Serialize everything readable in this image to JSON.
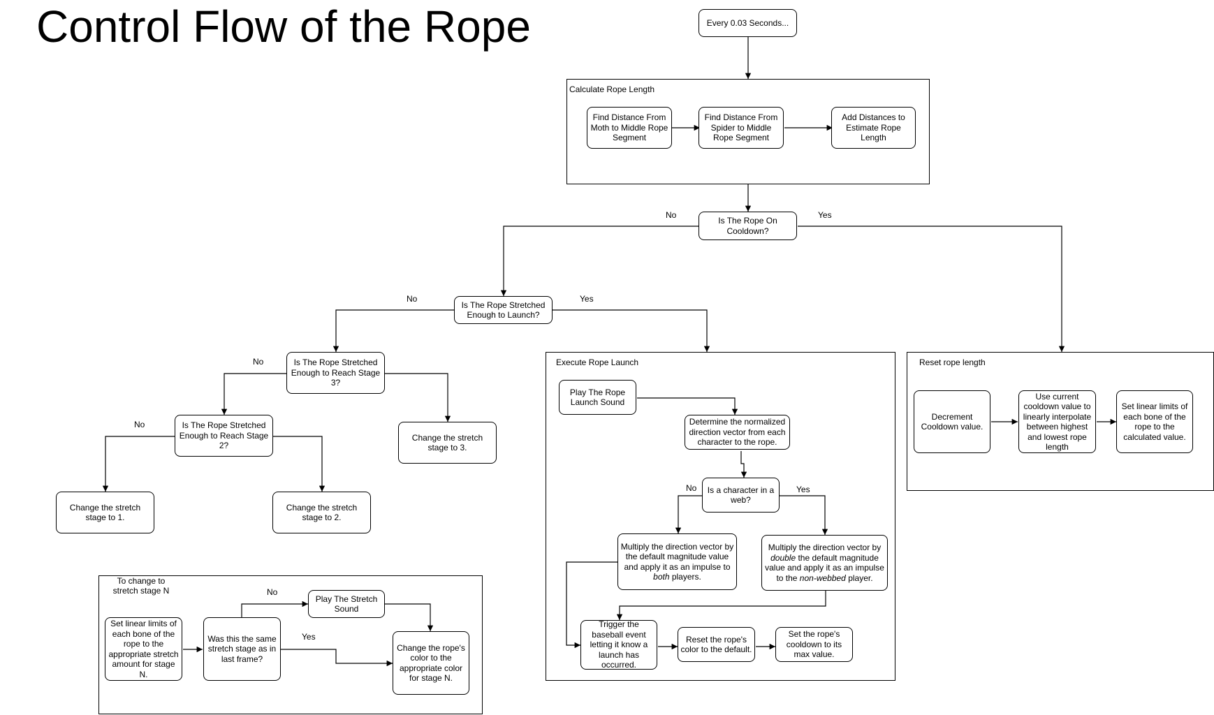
{
  "title": "Control Flow of the Rope",
  "groups": {
    "calc": "Calculate Rope Length",
    "launch": "Execute Rope Launch",
    "reset": "Reset rope length",
    "stage": "To change to stretch stage N"
  },
  "nodes": {
    "every": "Every 0.03 Seconds...",
    "moth": "Find Distance From Moth to Middle Rope Segment",
    "spider": "Find Distance From Spider to Middle Rope Segment",
    "add": "Add Distances to Estimate Rope Length",
    "cooldown": "Is The Rope On Cooldown?",
    "stretched": "Is The Rope Stretched Enough to Launch?",
    "stage3q": "Is The Rope Stretched Enough to Reach Stage 3?",
    "stage2q": "Is The Rope Stretched Enough to Reach Stage 2?",
    "set1": "Change the stretch stage to 1.",
    "set2": "Change the stretch stage to 2.",
    "set3": "Change the stretch stage to 3.",
    "playLaunch": "Play The Rope Launch Sound",
    "direction": "Determine the normalized direction vector from each character to the rope.",
    "inWeb": "Is a character in a web?",
    "multDefault": {
      "a": "Multiply the direction vector by the default magnitude value and apply it as an impulse to ",
      "em": "both",
      "b": " players."
    },
    "multDouble": {
      "a": "Multiply the direction vector by ",
      "em": "double",
      "b": " the default magnitude value and apply it as an impulse to the ",
      "em2": "non-webbed",
      "c": " player."
    },
    "trigger": "Trigger the baseball event letting it know a launch has occurred.",
    "resetColor": "Reset the rope's color to the default.",
    "cooldownMax": "Set the rope's cooldown to its max value.",
    "decrement": "Decrement Cooldown value.",
    "interp": "Use current cooldown value to linearly interpolate between highest and lowest rope length",
    "setLimits": "Set linear limits of each bone of the rope to the calculated value.",
    "limitsStage": "Set linear limits of each bone of the rope to the appropriate stretch amount for stage N.",
    "sameStage": "Was this the same stretch stage as in last frame?",
    "playStretch": "Play The Stretch Sound",
    "changeColor": "Change the rope's color to the appropriate color for stage N."
  },
  "edge_labels": {
    "cooldown_no": "No",
    "cooldown_yes": "Yes",
    "stretched_no": "No",
    "stretched_yes": "Yes",
    "stage3_no": "No",
    "stage2_no": "No",
    "web_no": "No",
    "web_yes": "Yes",
    "same_no": "No",
    "same_yes": "Yes"
  }
}
